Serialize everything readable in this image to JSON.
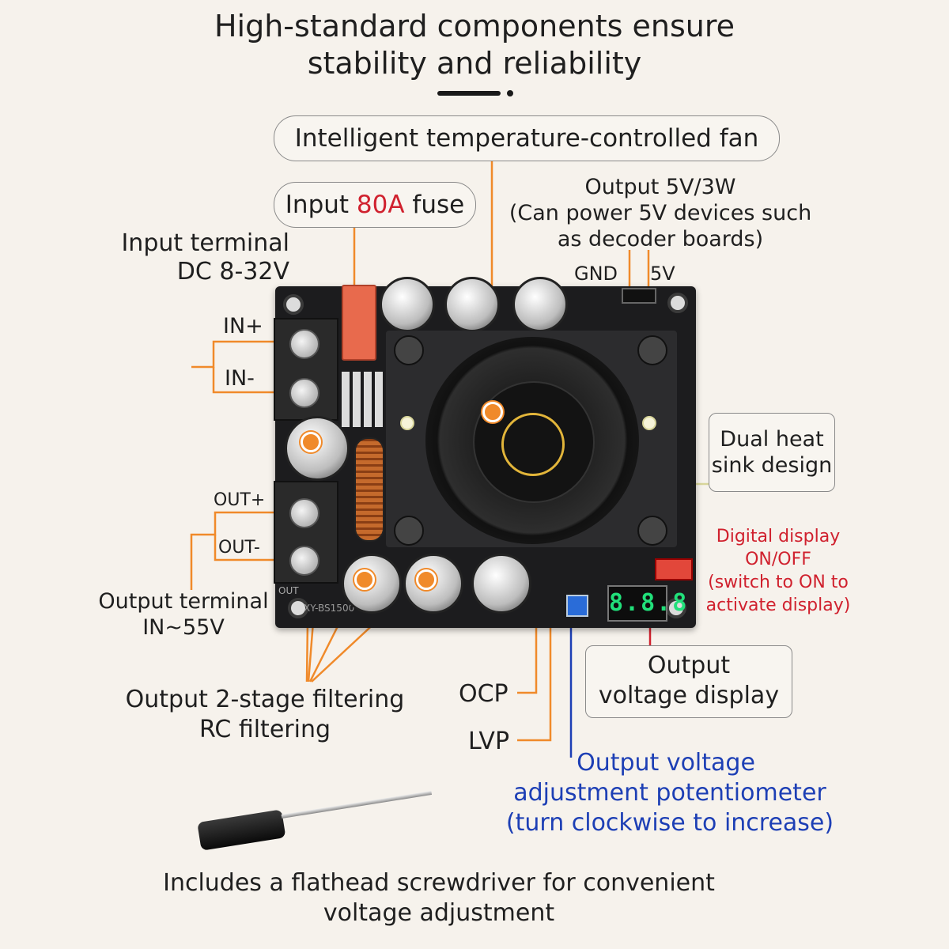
{
  "title": {
    "line1": "High-standard components ensure",
    "line2": "stability and reliability"
  },
  "callouts": {
    "fan": "Intelligent temperature-controlled fan",
    "fuse_prefix": "Input ",
    "fuse_value": "80A",
    "fuse_suffix": " fuse",
    "output5v_line1": "Output 5V/3W",
    "output5v_line2": "(Can power 5V devices such",
    "output5v_line3": "as decoder boards)",
    "gnd": "GND",
    "v5": "5V",
    "input_terminal_line1": "Input terminal",
    "input_terminal_line2": "DC 8-32V",
    "in_plus": "IN+",
    "in_minus": "IN-",
    "heat_sink_line1": "Dual heat",
    "heat_sink_line2": "sink design",
    "out_plus": "OUT+",
    "out_minus": "OUT-",
    "display_switch_line1": "Digital display",
    "display_switch_line2": "ON/OFF",
    "display_switch_line3": "(switch to ON to",
    "display_switch_line4": "activate display)",
    "output_terminal_line1": "Output terminal",
    "output_terminal_line2": "IN~55V",
    "voltage_display_line1": "Output",
    "voltage_display_line2": "voltage display",
    "filtering_line1": "Output 2-stage filtering",
    "filtering_line2": "RC filtering",
    "ocp": "OCP",
    "lvp": "LVP",
    "pot_line1": "Output voltage",
    "pot_line2": "adjustment potentiometer",
    "pot_line3": "(turn clockwise to increase)",
    "screwdriver_line1": "Includes a flathead screwdriver for convenient",
    "screwdriver_line2": "voltage adjustment"
  },
  "board": {
    "display_reading": "8.8.8",
    "silkscreen_out": "OUT",
    "silkscreen_model": "XY-BS1500"
  },
  "colors": {
    "background": "#f6f2ec",
    "accent_orange": "#f08a2a",
    "accent_red": "#d0212e",
    "accent_blue": "#1d3fb5",
    "heat_sink_line": "#d8d59a"
  }
}
